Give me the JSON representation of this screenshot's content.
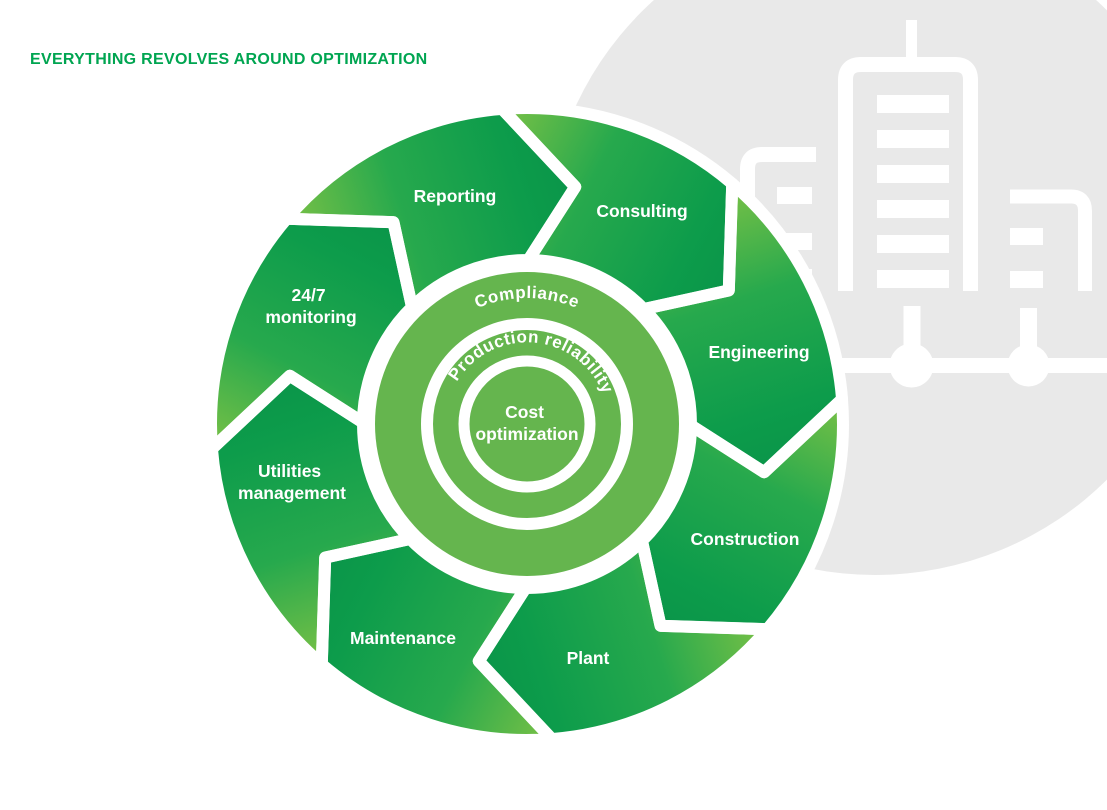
{
  "title": "EVERYTHING REVOLVES AROUND OPTIMIZATION",
  "wheel": {
    "segments": [
      {
        "label": "Reporting"
      },
      {
        "label": "Consulting"
      },
      {
        "label": "Engineering"
      },
      {
        "label": "Construction"
      },
      {
        "label": "Plant"
      },
      {
        "label": "Maintenance"
      },
      {
        "label": "Utilities management",
        "lines": [
          "Utilities",
          "management"
        ]
      },
      {
        "label": "24/7 monitoring",
        "lines": [
          "24/7",
          "monitoring"
        ]
      }
    ],
    "rings": {
      "outer_label": "Compliance",
      "middle_label": "Production reliability",
      "center_label": "Cost optimization",
      "center_lines": [
        "Cost",
        "optimization"
      ]
    }
  },
  "colors": {
    "title_green": "#00a551",
    "blade_light": "#76c046",
    "blade_mid": "#27a94d",
    "blade_dark": "#0a9549",
    "hub_green": "#65b54e",
    "ring_divider_white": "#ffffff",
    "background_circle_gray": "#e9e9e9",
    "icon_white": "#ffffff"
  },
  "background": {
    "icon": "industrial-plant-buildings-icon"
  }
}
